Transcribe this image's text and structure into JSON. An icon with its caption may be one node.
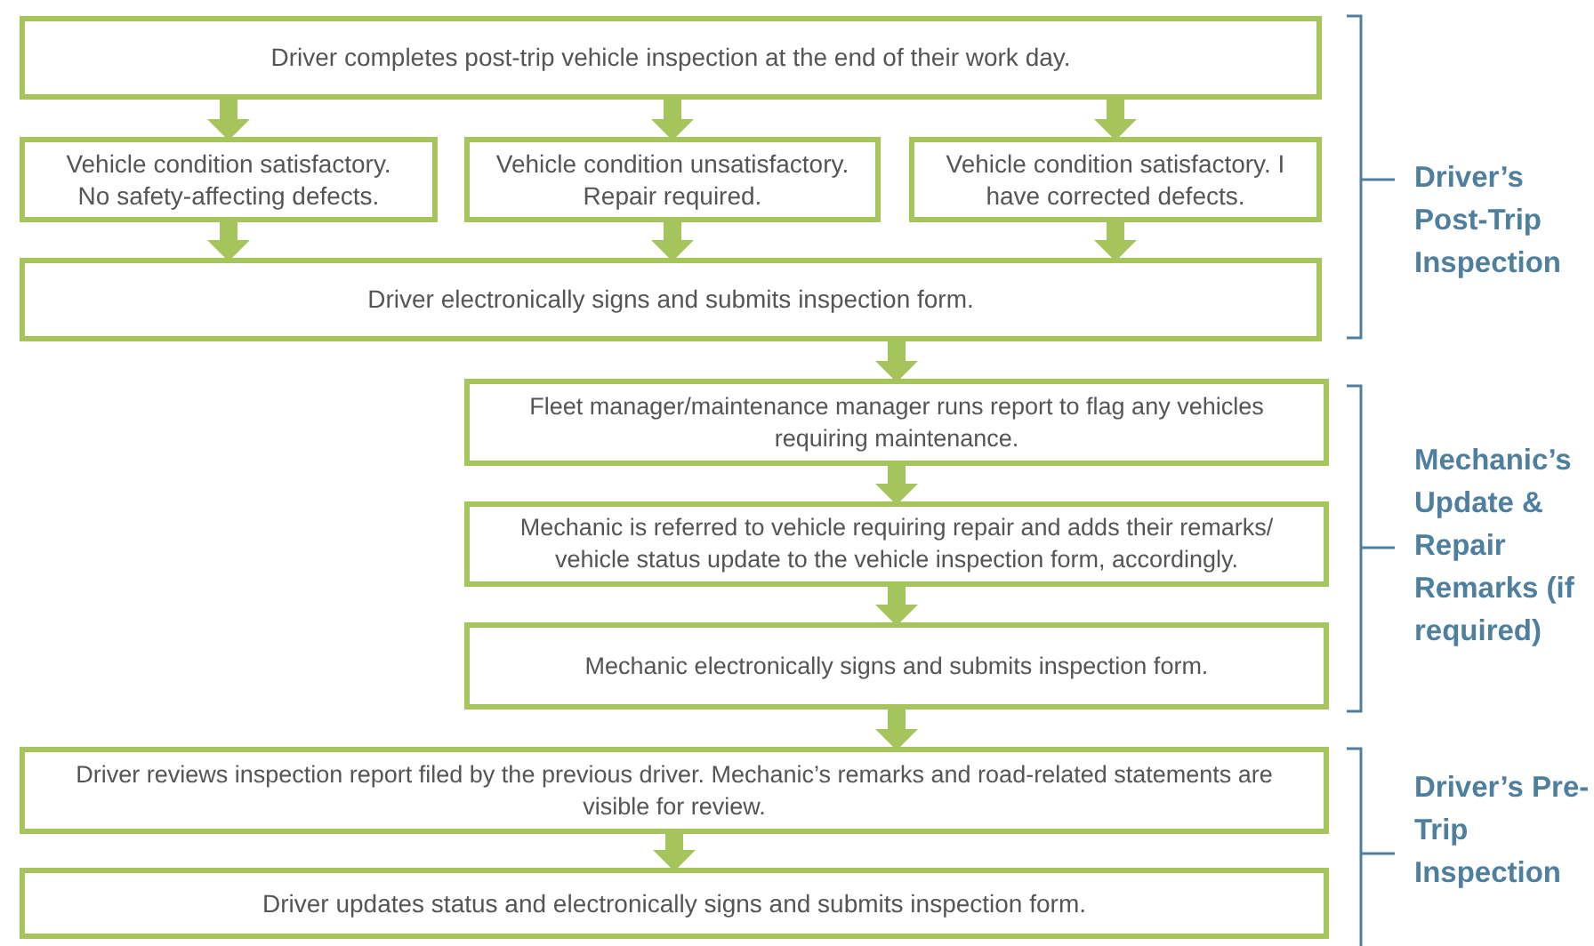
{
  "diagram": {
    "nodes": [
      {
        "text": [
          "Driver completes post-trip vehicle inspection at the end of their work day."
        ]
      },
      {
        "text": [
          "Vehicle condition satisfactory. No safety-affecting defects."
        ]
      },
      {
        "text": [
          "Vehicle condition unsatisfactory. Repair required."
        ]
      },
      {
        "text": [
          "Vehicle condition satisfactory. I have corrected defects."
        ]
      },
      {
        "text": [
          "Driver electronically signs and submits inspection form."
        ]
      },
      {
        "text": [
          "Fleet manager/maintenance manager runs report to flag any vehicles requiring maintenance."
        ]
      },
      {
        "text": [
          "Mechanic is referred to vehicle requiring repair and adds their remarks/ vehicle status update to the vehicle inspection form, accordingly."
        ]
      },
      {
        "text": [
          "Mechanic electronically signs and submits inspection form."
        ]
      },
      {
        "text": [
          "Driver reviews inspection report filed by the previous driver. Mechanic’s remarks and road-related statements are visible for review."
        ]
      },
      {
        "text": [
          "Driver updates status and electronically signs and submits inspection form."
        ]
      }
    ],
    "edges": [
      {
        "from": 0,
        "to": 1,
        "arrow": "to"
      },
      {
        "from": 0,
        "to": 2,
        "arrow": "to"
      },
      {
        "from": 0,
        "to": 3,
        "arrow": "to"
      },
      {
        "from": 1,
        "to": 4,
        "arrow": "to"
      },
      {
        "from": 2,
        "to": 4,
        "arrow": "to"
      },
      {
        "from": 3,
        "to": 4,
        "arrow": "to"
      },
      {
        "from": 4,
        "to": 5,
        "arrow": "to"
      },
      {
        "from": 5,
        "to": 6,
        "arrow": "to"
      },
      {
        "from": 6,
        "to": 7,
        "arrow": "to"
      },
      {
        "from": 7,
        "to": 8,
        "arrow": "to"
      },
      {
        "from": 8,
        "to": 9,
        "arrow": "to"
      }
    ],
    "labels": [
      "Driver’s Post-Trip Inspection",
      "Mechanic’s Update & Repair Remarks (if required)",
      "Driver’s Pre-Trip Inspection"
    ]
  }
}
